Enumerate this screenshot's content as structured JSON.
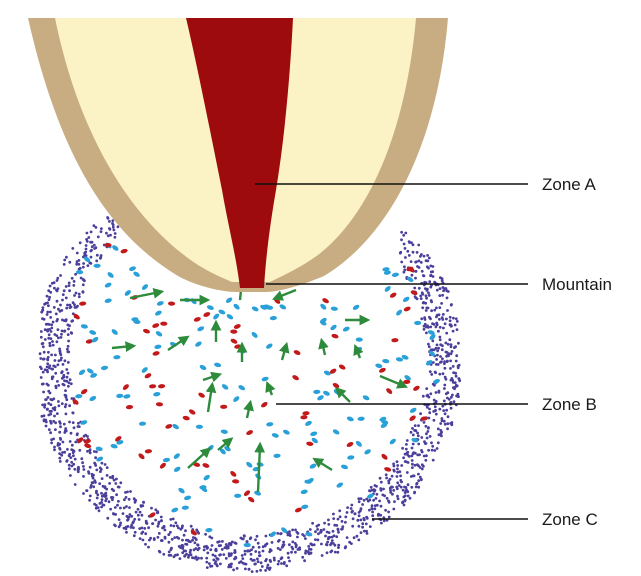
{
  "labels": {
    "zone_a": "Zone A",
    "mountain": "Mountain",
    "zone_b": "Zone B",
    "zone_c": "Zone C"
  },
  "colors": {
    "enamel": "#c8ad82",
    "dentin": "#fbf3c5",
    "pulp": "#9e0b0f",
    "outer_cells": "#4a3f9a",
    "blue_cells": "#2aa0d8",
    "red_cells": "#c2191b",
    "arrows": "#2e8b3c",
    "leader_lines": "#111111"
  },
  "icons": {
    "arrow": "green-arrow-icon",
    "cell": "cell-dot-icon"
  }
}
